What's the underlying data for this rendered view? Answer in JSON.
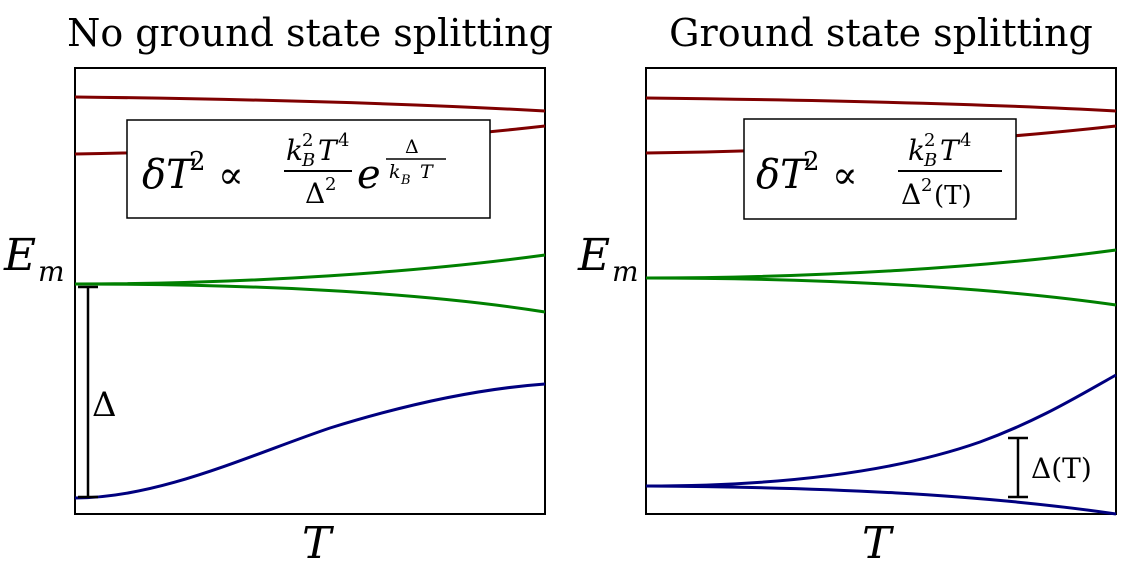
{
  "left_panel": {
    "title": "No ground state splitting",
    "y_label": "E",
    "y_label_sub": "m",
    "x_label": "T",
    "gap_label": "Δ",
    "formula": {
      "lhs_base": "δT",
      "lhs_exp": "2",
      "relation": "∝",
      "num_k": "k",
      "num_k_sup": "2",
      "num_k_sub": "B",
      "num_T": "T",
      "num_T_sup": "4",
      "den_base": "Δ",
      "den_exp": "2",
      "exp_base": "e",
      "exp_num": "Δ",
      "exp_den_k": "k",
      "exp_den_sub": "B",
      "exp_den_T": "T"
    }
  },
  "right_panel": {
    "title": "Ground state splitting",
    "y_label": "E",
    "y_label_sub": "m",
    "x_label": "T",
    "gap_label": "Δ(T)",
    "formula": {
      "lhs_base": "δT",
      "lhs_exp": "2",
      "relation": "∝",
      "num_k": "k",
      "num_k_sup": "2",
      "num_k_sub": "B",
      "num_T": "T",
      "num_T_sup": "4",
      "den_base": "Δ",
      "den_exp": "2",
      "den_arg": "(T)"
    }
  },
  "colors": {
    "upper_levels": "#7f0000",
    "middle_levels": "#008000",
    "lower_levels": "#00007f"
  }
}
